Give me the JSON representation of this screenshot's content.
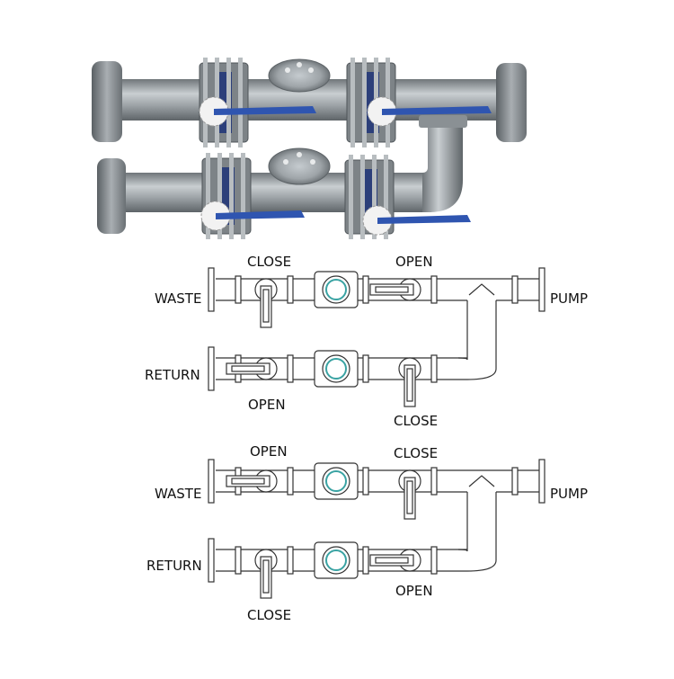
{
  "photo": {
    "pipe_color": "#8c9296",
    "pipe_highlight": "#c7ccd0",
    "handle_color": "#2f55b0",
    "wheel_color": "#f2f2f2"
  },
  "diagrams": [
    {
      "left_top_label": "WASTE",
      "left_bottom_label": "RETURN",
      "right_label": "PUMP",
      "top_valve1_state": "CLOSE",
      "top_valve2_state": "OPEN",
      "bottom_valve1_state": "OPEN",
      "bottom_valve2_state": "CLOSE"
    },
    {
      "left_top_label": "WASTE",
      "left_bottom_label": "RETURN",
      "right_label": "PUMP",
      "top_valve1_state": "OPEN",
      "top_valve2_state": "CLOSE",
      "bottom_valve1_state": "CLOSE",
      "bottom_valve2_state": "OPEN"
    }
  ],
  "colors": {
    "line": "#333333"
  }
}
